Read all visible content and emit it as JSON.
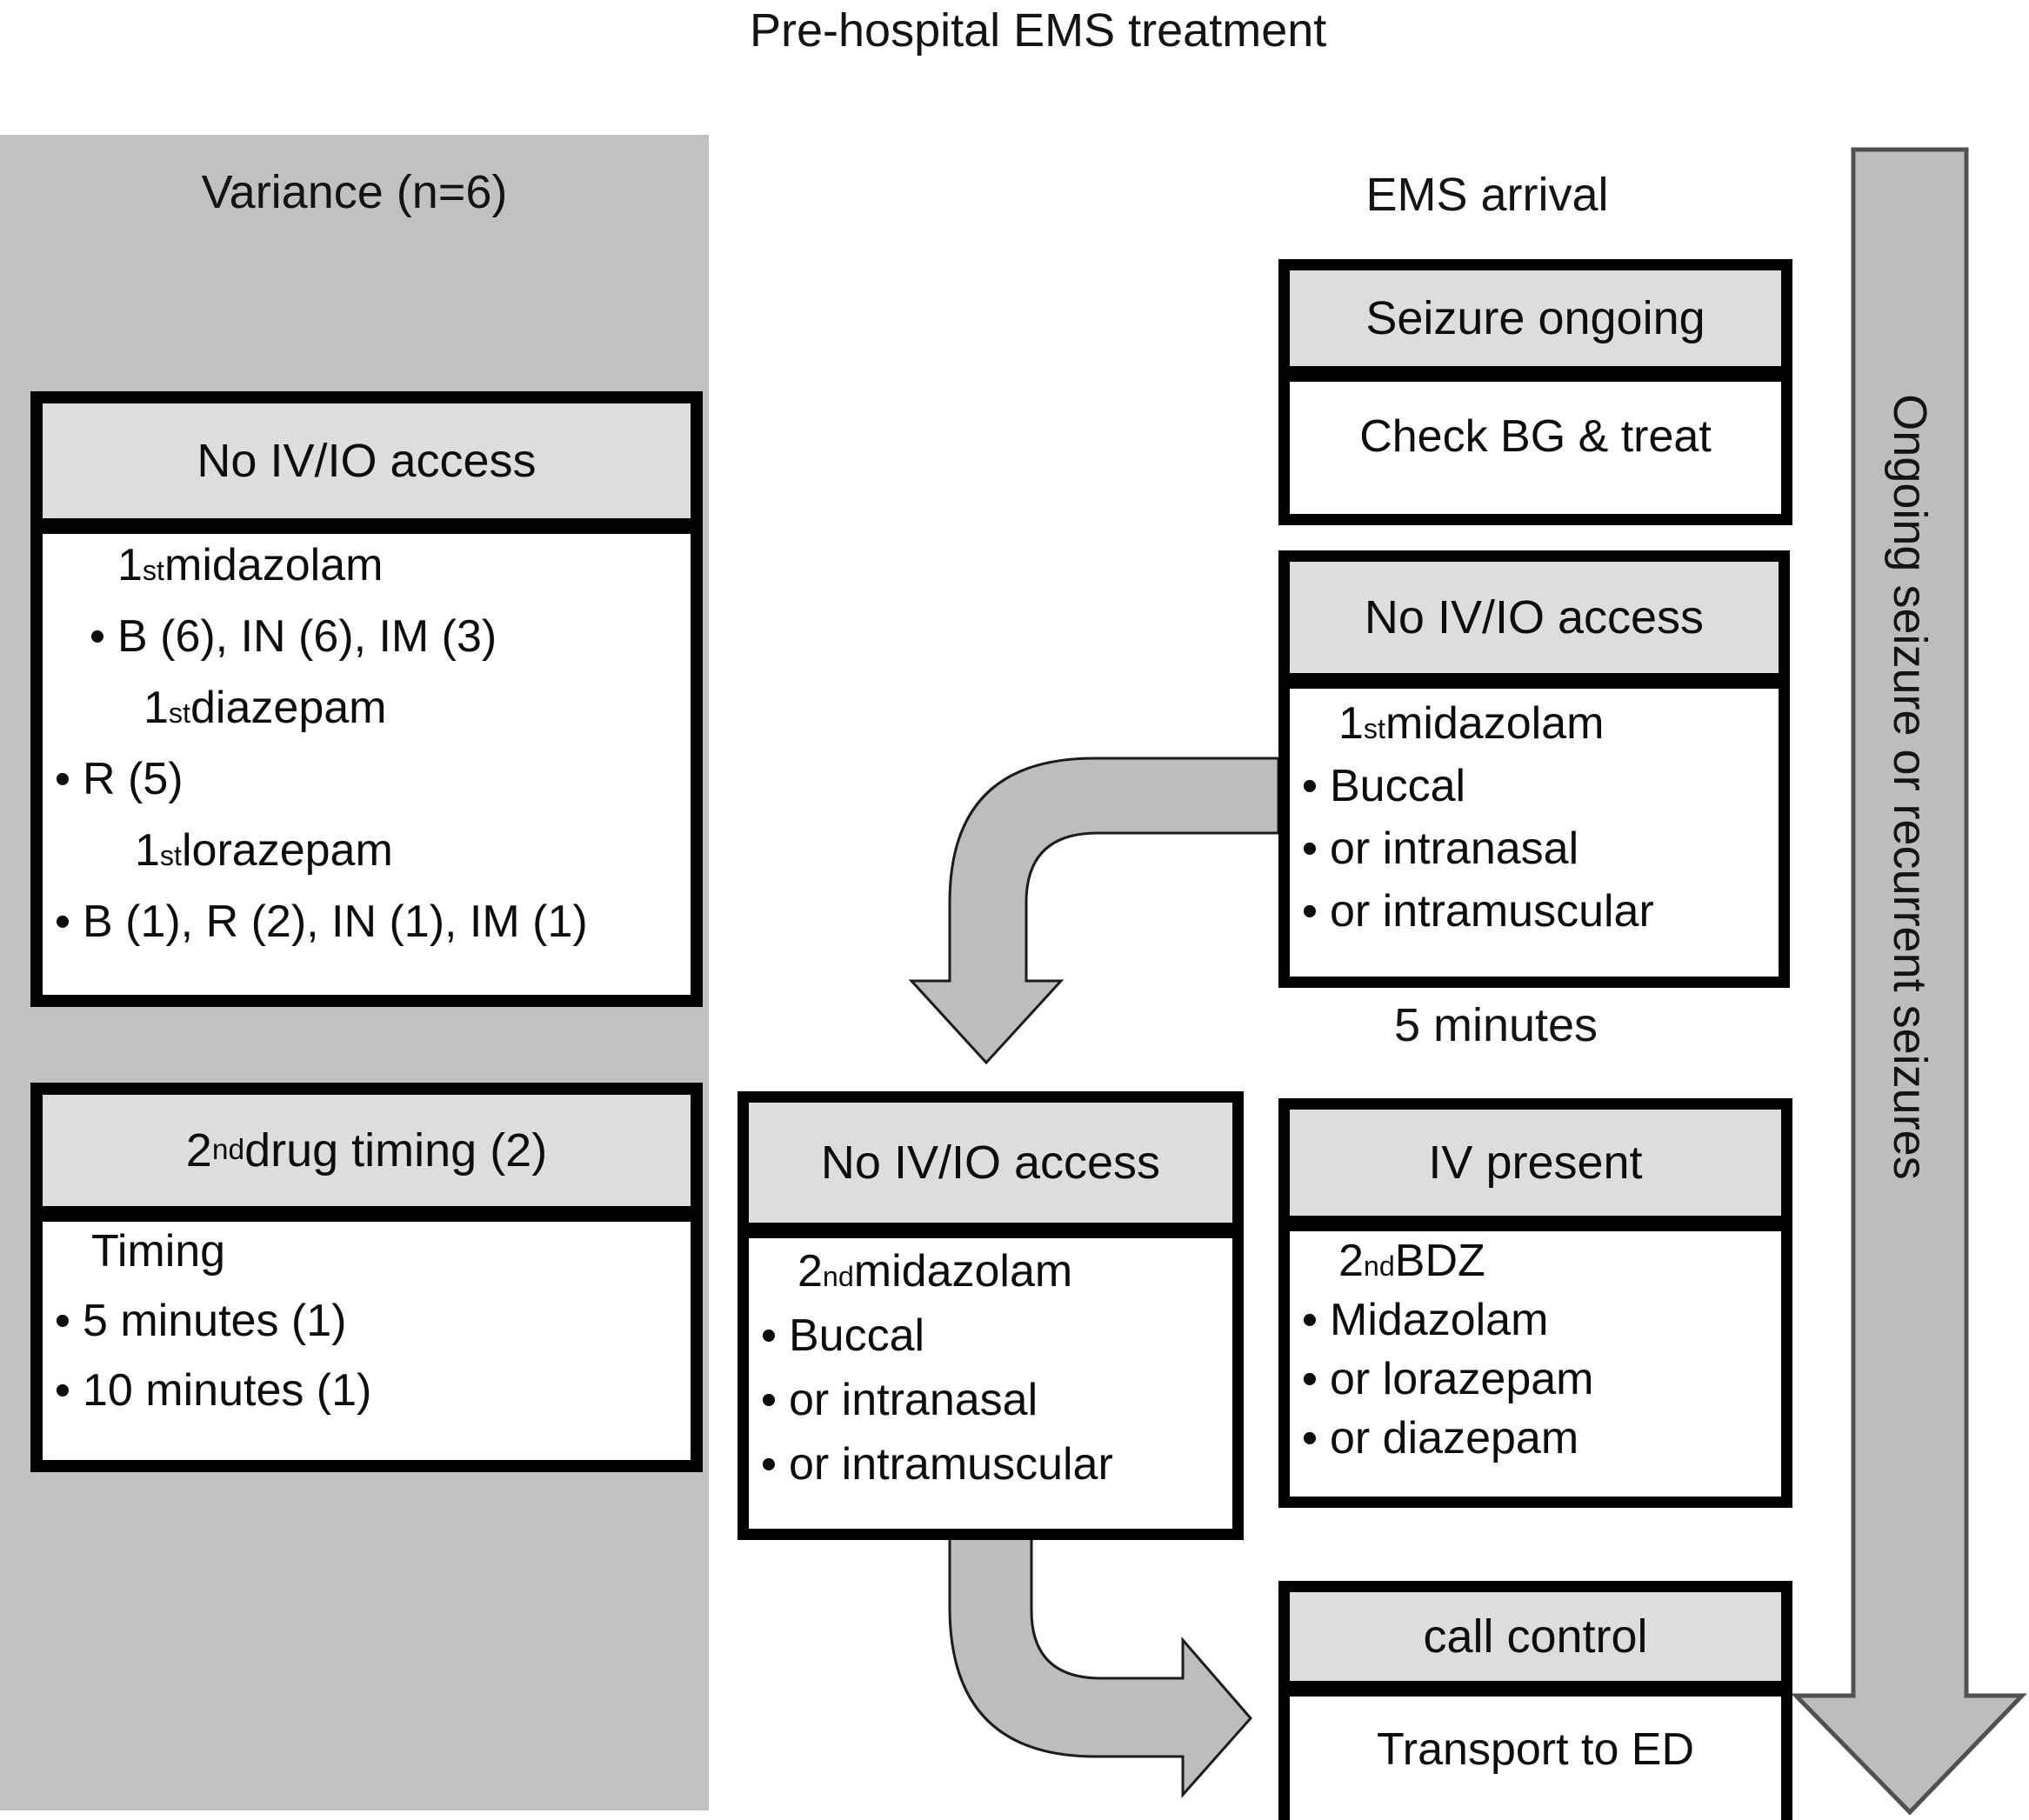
{
  "title": "Pre-hospital EMS treatment",
  "left_panel": {
    "heading": "Variance (n=6)",
    "no_ivio_box": {
      "header": "No IV/IO access",
      "lines": [
        {
          "bullet": "",
          "pre": "1",
          "sup": "st",
          "post": " midazolam"
        },
        {
          "bullet": "•",
          "pre": "B (6), IN (6), IM (3)",
          "sup": "",
          "post": ""
        },
        {
          "bullet": "",
          "pre": "1",
          "sup": "st",
          "post": " diazepam"
        },
        {
          "bullet": "•",
          "pre": "R (5)",
          "sup": "",
          "post": ""
        },
        {
          "bullet": "",
          "pre": "1",
          "sup": "st",
          "post": " lorazepam"
        },
        {
          "bullet": "•",
          "pre": "B (1), R (2), IN (1), IM (1)",
          "sup": "",
          "post": ""
        }
      ]
    },
    "timing_box": {
      "header_pre": "2",
      "header_sup": "nd",
      "header_post": " drug timing (2)",
      "lines": [
        {
          "bullet": "",
          "pre": "Timing",
          "sup": "",
          "post": ""
        },
        {
          "bullet": "•",
          "pre": "5 minutes (1)",
          "sup": "",
          "post": ""
        },
        {
          "bullet": "•",
          "pre": "10 minutes (1)",
          "sup": "",
          "post": ""
        }
      ]
    }
  },
  "flow": {
    "ems_arrival_label": "EMS arrival",
    "seizure_box": {
      "header": "Seizure ongoing",
      "body": "Check BG & treat"
    },
    "first_no_ivio_box": {
      "header": "No IV/IO access",
      "lines": [
        {
          "bullet": "",
          "pre": "1",
          "sup": "st",
          "post": " midazolam"
        },
        {
          "bullet": "•",
          "pre": "Buccal",
          "sup": "",
          "post": ""
        },
        {
          "bullet": "•",
          "pre": "or intranasal",
          "sup": "",
          "post": ""
        },
        {
          "bullet": "•",
          "pre": "or intramuscular",
          "sup": "",
          "post": ""
        }
      ]
    },
    "five_minutes_label": "5 minutes",
    "second_no_ivio_box": {
      "header": "No IV/IO access",
      "lines": [
        {
          "bullet": "",
          "pre": "2",
          "sup": "nd",
          "post": " midazolam"
        },
        {
          "bullet": "•",
          "pre": "Buccal",
          "sup": "",
          "post": ""
        },
        {
          "bullet": "•",
          "pre": "or intranasal",
          "sup": "",
          "post": ""
        },
        {
          "bullet": "•",
          "pre": "or intramuscular",
          "sup": "",
          "post": ""
        }
      ]
    },
    "iv_present_box": {
      "header": "IV present",
      "lines": [
        {
          "bullet": "",
          "pre": "2",
          "sup": "nd",
          "post": " BDZ"
        },
        {
          "bullet": "•",
          "pre": "Midazolam",
          "sup": "",
          "post": ""
        },
        {
          "bullet": "•",
          "pre": "or lorazepam",
          "sup": "",
          "post": ""
        },
        {
          "bullet": "•",
          "pre": "or diazepam",
          "sup": "",
          "post": ""
        }
      ]
    },
    "call_box": {
      "header": "call control",
      "body": "Transport to ED"
    }
  },
  "big_arrow": {
    "label": "Ongoing seizure or recurrent seizures"
  },
  "colors": {
    "panel": "#c1c1c3",
    "box_header_fill": "#dcddde",
    "box_border": "#000000",
    "arrow_fill": "#bcbdbf",
    "elbow_arrow_outline": "#1c1c1c",
    "big_arrow_outline": "#4e5052"
  }
}
